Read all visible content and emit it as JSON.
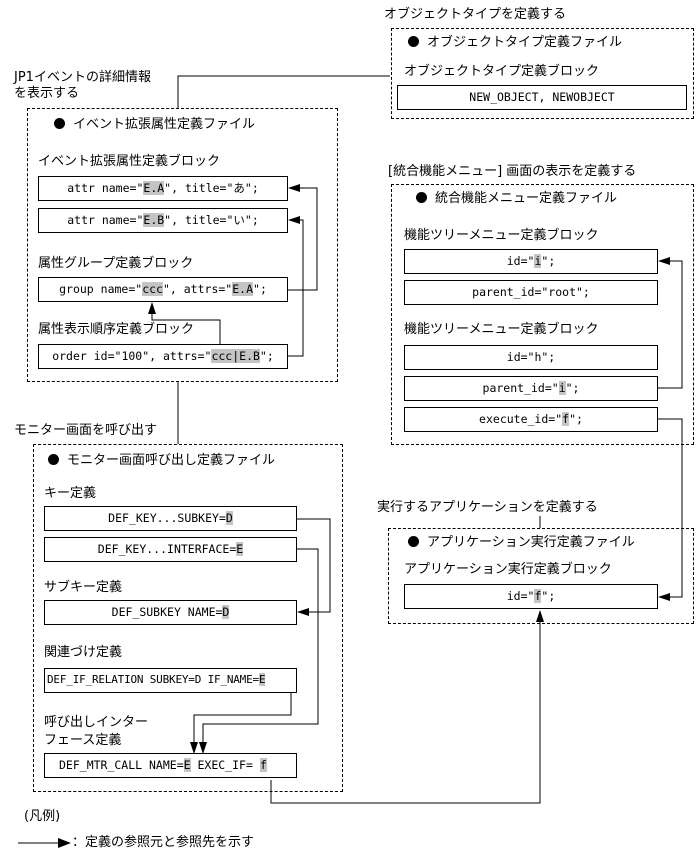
{
  "object_type": {
    "caption": "オブジェクトタイプを定義する",
    "file_title": "オブジェクトタイプ定義ファイル",
    "block_label": "オブジェクトタイプ定義ブロック",
    "value": "NEW_OBJECT, NEWOBJECT"
  },
  "event_detail": {
    "caption_line1": "JP1イベントの詳細情報",
    "caption_line2": "を表示する",
    "file_title": "イベント拡張属性定義ファイル",
    "block_label": "イベント拡張属性定義ブロック",
    "attr1": {
      "pre": "attr name=\"",
      "hl": "E.A",
      "post": "\", title=\"あ\";"
    },
    "attr2": {
      "pre": "attr name=\"",
      "hl": "E.B",
      "post": "\", title=\"い\";"
    },
    "group_label": "属性グループ定義ブロック",
    "group": {
      "pre": "group name=\"",
      "hl1": "ccc",
      "mid": "\", attrs=\"",
      "hl2": "E.A",
      "post": "\";"
    },
    "order_label": "属性表示順序定義ブロック",
    "order": {
      "pre": "order id=\"100\", attrs=\"",
      "hl": "ccc|E.B",
      "post": "\";"
    }
  },
  "integrated_menu": {
    "caption": "[統合機能メニュー] 画面の表示を定義する",
    "file_title": "統合機能メニュー定義ファイル",
    "block1_label": "機能ツリーメニュー定義ブロック",
    "id1": {
      "pre": "id=\"",
      "hl": "i",
      "post": "\";"
    },
    "parent1": "parent_id=\"root\";",
    "block2_label": "機能ツリーメニュー定義ブロック",
    "id2": "id=\"h\";",
    "parent2": {
      "pre": "parent_id=\"",
      "hl": "i",
      "post": "\";"
    },
    "execute": {
      "pre": "execute_id=\"",
      "hl": "f",
      "post": "\";"
    }
  },
  "app_exec": {
    "caption": "実行するアプリケーションを定義する",
    "file_title": "アプリケーション実行定義ファイル",
    "block_label": "アプリケーション実行定義ブロック",
    "id": {
      "pre": "id=\"",
      "hl": "f",
      "post": "\";"
    }
  },
  "monitor": {
    "caption": "モニター画面を呼び出す",
    "file_title": "モニター画面呼び出し定義ファイル",
    "key_label": "キー定義",
    "key1": {
      "pre": "DEF_KEY...SUBKEY=",
      "hl": "D"
    },
    "key2": {
      "pre": "DEF_KEY...INTERFACE=",
      "hl": "E"
    },
    "subkey_label": "サブキー定義",
    "subkey": {
      "pre": "DEF_SUBKEY NAME=",
      "hl": "D"
    },
    "relation_label": "関連づけ定義",
    "relation": {
      "pre": "DEF_IF_RELATION SUBKEY=D IF_NAME=",
      "hl": "E"
    },
    "call_label_line1": "呼び出しインター",
    "call_label_line2": "フェース定義",
    "call": {
      "pre": "DEF_MTR_CALL NAME=",
      "hl1": "E",
      "mid": " EXEC_IF= ",
      "hl2": "f"
    }
  },
  "legend": {
    "title": "(凡例)",
    "arrow_text": "：定義の参照元と参照先を示す"
  }
}
